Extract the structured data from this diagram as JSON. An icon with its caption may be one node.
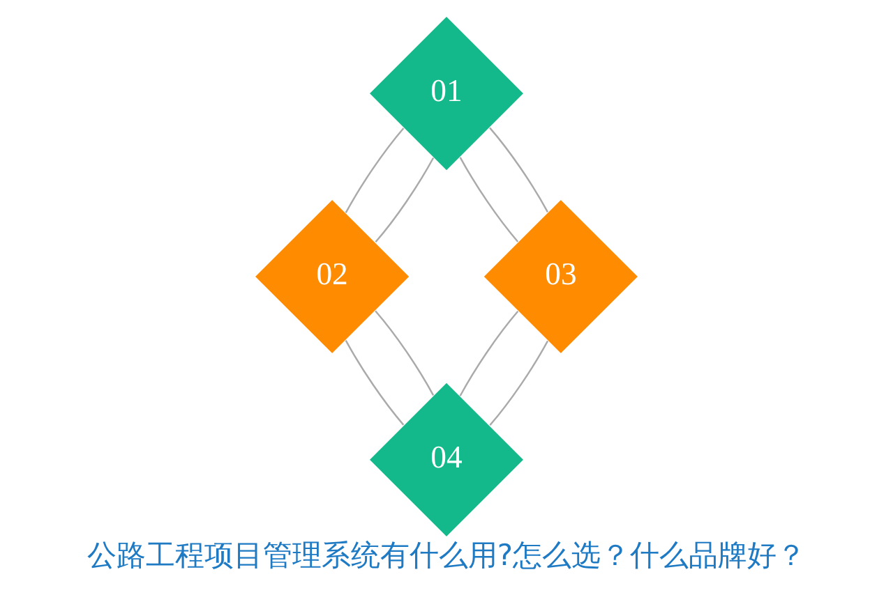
{
  "diagram": {
    "title": "公路工程项目管理系统有什么用?怎么选？什么品牌好？",
    "nodes": [
      {
        "text": [
          "01"
        ]
      },
      {
        "text": [
          "02"
        ]
      },
      {
        "text": [
          "03"
        ]
      },
      {
        "text": [
          "04"
        ]
      }
    ],
    "edges": [
      {
        "from": 0,
        "to": 1,
        "arrow": "none"
      },
      {
        "from": 0,
        "to": 1,
        "arrow": "none"
      },
      {
        "from": 0,
        "to": 2,
        "arrow": "none"
      },
      {
        "from": 0,
        "to": 2,
        "arrow": "none"
      },
      {
        "from": 1,
        "to": 3,
        "arrow": "none"
      },
      {
        "from": 1,
        "to": 3,
        "arrow": "none"
      },
      {
        "from": 2,
        "to": 3,
        "arrow": "none"
      },
      {
        "from": 2,
        "to": 3,
        "arrow": "none"
      }
    ]
  }
}
